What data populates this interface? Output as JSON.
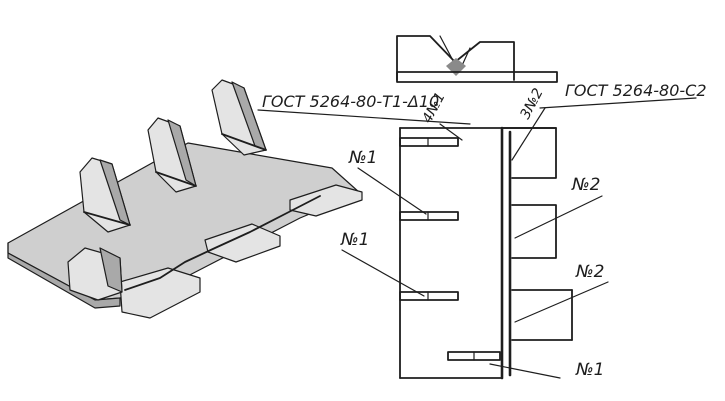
{
  "callouts": {
    "gost_t1": "ГОСТ 5264-80-Т1-Δ10",
    "gost_c2": "ГОСТ 5264-80-С2",
    "marker_4n1": "4№1",
    "marker_3n2": "3№2",
    "left_no1_upper": "№1",
    "left_no1_lower": "№1",
    "right_no2_upper": "№2",
    "right_no2_lower": "№2",
    "bottom_no1": "№1"
  }
}
